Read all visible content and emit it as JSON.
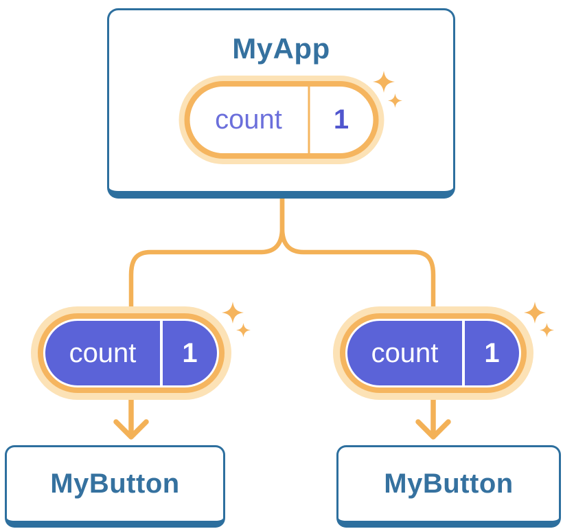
{
  "palette": {
    "card_border_blue": "#2D6F9E",
    "component_text_blue": "#35719F",
    "connector_orange": "#F3B157",
    "pill_ring_orange": "#F5B55F",
    "pill_halo_cream": "#FCE2B6",
    "prop_pill_purple": "#5B63D8",
    "state_label_purple": "#6B6FDB",
    "state_value_purple": "#5056CE",
    "sparkle_orange": "#F5B45D",
    "background": "#FFFFFF"
  },
  "icons": {
    "sparkle_icon": "✦",
    "arrow_down_icon": "↓"
  },
  "root_card": {
    "title": "MyApp",
    "state_pill": {
      "label": "count",
      "value": "1"
    }
  },
  "children": [
    {
      "title": "MyButton",
      "prop_pill": {
        "label": "count",
        "value": "1"
      }
    },
    {
      "title": "MyButton",
      "prop_pill": {
        "label": "count",
        "value": "1"
      }
    }
  ]
}
